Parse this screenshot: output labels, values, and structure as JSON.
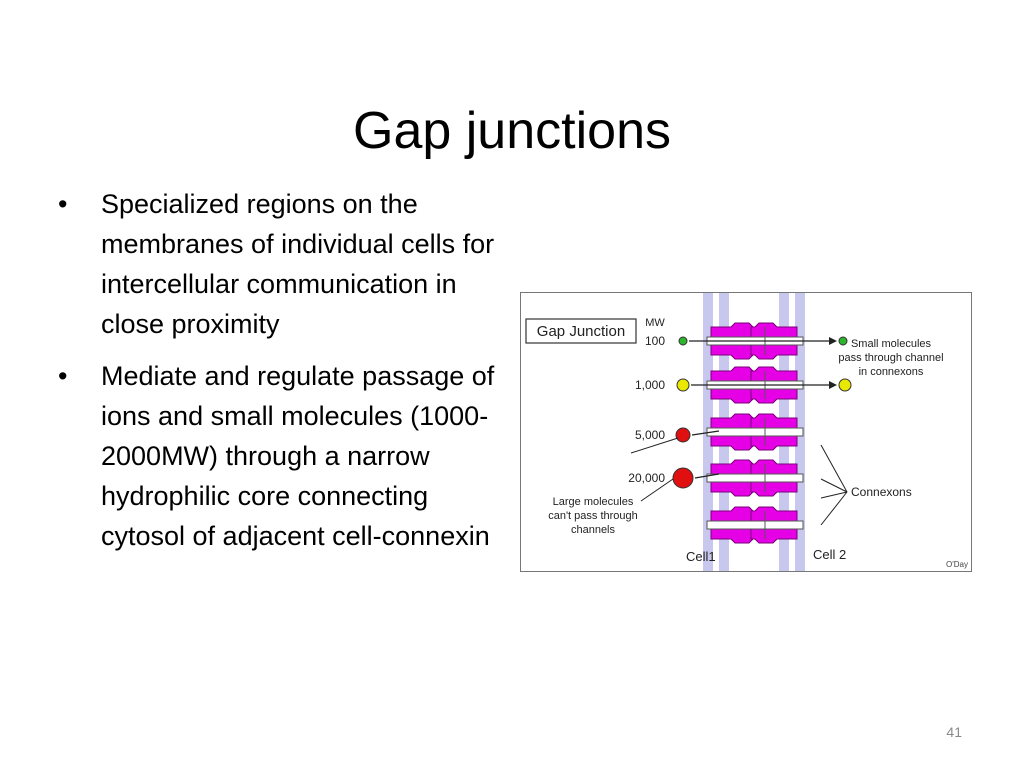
{
  "slide": {
    "title": "Gap junctions",
    "bullets": [
      "Specialized regions on the membranes of individual cells for intercellular communication in close proximity",
      "Mediate and regulate passage of ions and small molecules (1000-2000MW) through a narrow hydrophilic core connecting cytosol of adjacent cell-connexin"
    ],
    "bullet_marker": "•",
    "page_number": "41"
  },
  "figure": {
    "label": "Gap Junction",
    "mw_header": "MW",
    "rows": [
      {
        "mw": "100",
        "color": "#2db52d",
        "passes": true
      },
      {
        "mw": "1,000",
        "color": "#e8e800",
        "passes": true
      },
      {
        "mw": "5,000",
        "color": "#e01010",
        "passes": false
      },
      {
        "mw": "20,000",
        "color": "#e01010",
        "passes": false
      }
    ],
    "small_note": [
      "Small molecules",
      "pass through channel",
      "in connexons"
    ],
    "large_note": [
      "Large molecules",
      "can't pass through",
      "channels"
    ],
    "connexons_label": "Connexons",
    "cell1_label": "Cell1",
    "cell2_label": "Cell 2",
    "credit": "O'Day",
    "connexon_color": "#e600e6",
    "membrane_color": "#c8c8ee"
  }
}
